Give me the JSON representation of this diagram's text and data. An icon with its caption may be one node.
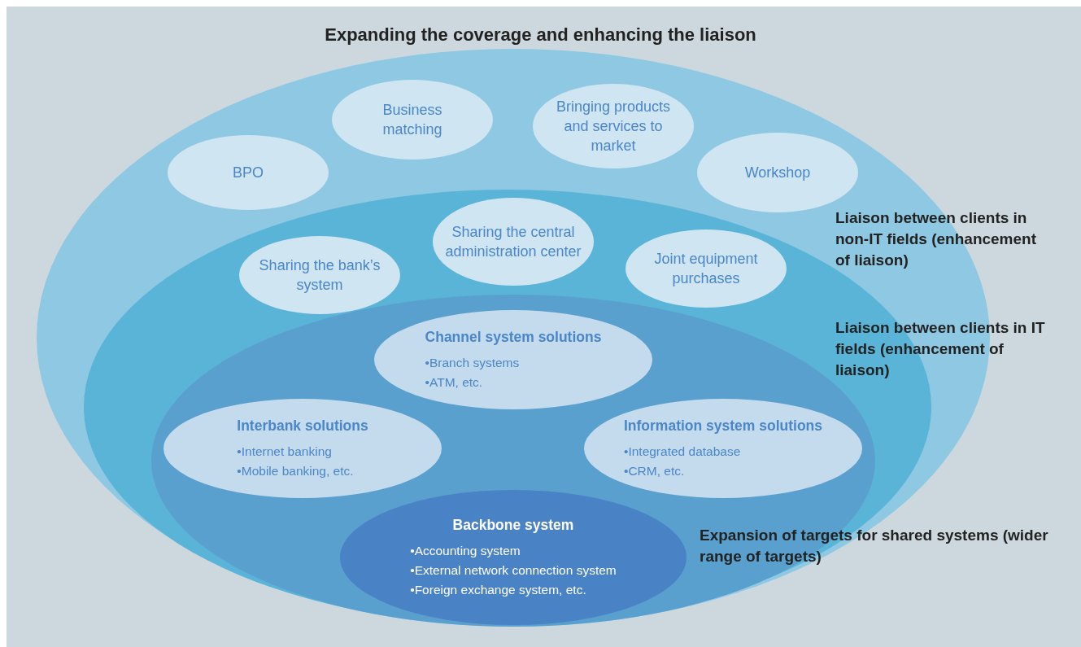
{
  "diagram": {
    "title": "Expanding the coverage and enhancing the liaison",
    "nodes": [
      {
        "text": [],
        "shape": "ellipse"
      },
      {
        "text": [
          "BPO"
        ],
        "in": 0
      },
      {
        "text": [
          "Business matching"
        ],
        "in": 0
      },
      {
        "text": [
          "Bringing products and services to market"
        ],
        "in": 0
      },
      {
        "text": [
          "Workshop"
        ],
        "in": 0
      },
      {
        "text": [],
        "shape": "ellipse",
        "in": 0
      },
      {
        "text": [
          "Sharing the bank’s system"
        ],
        "in": 5
      },
      {
        "text": [
          "Sharing the central administration center"
        ],
        "in": 5
      },
      {
        "text": [
          "Joint equipment purchases"
        ],
        "in": 5
      },
      {
        "text": [],
        "shape": "ellipse",
        "in": 5
      },
      {
        "text": [
          "Channel system solutions",
          "•Branch systems",
          "•ATM, etc."
        ],
        "in": 9
      },
      {
        "text": [
          "Interbank solutions",
          "•Internet banking",
          "•Mobile banking, etc."
        ],
        "in": 9
      },
      {
        "text": [
          "Information system solutions",
          "•Integrated database",
          "•CRM, etc."
        ],
        "in": 9
      },
      {
        "text": [
          "Backbone system",
          "•Accounting system",
          "•External network connection system",
          "•Foreign exchange system, etc."
        ],
        "in": 9
      }
    ],
    "labels": [
      "Liaison between clients in non-IT fields (enhancement of liaison)",
      "Liaison between clients in IT fields (enhancement of liaison)",
      "Expansion of targets for shared systems (wider range of targets)"
    ]
  }
}
